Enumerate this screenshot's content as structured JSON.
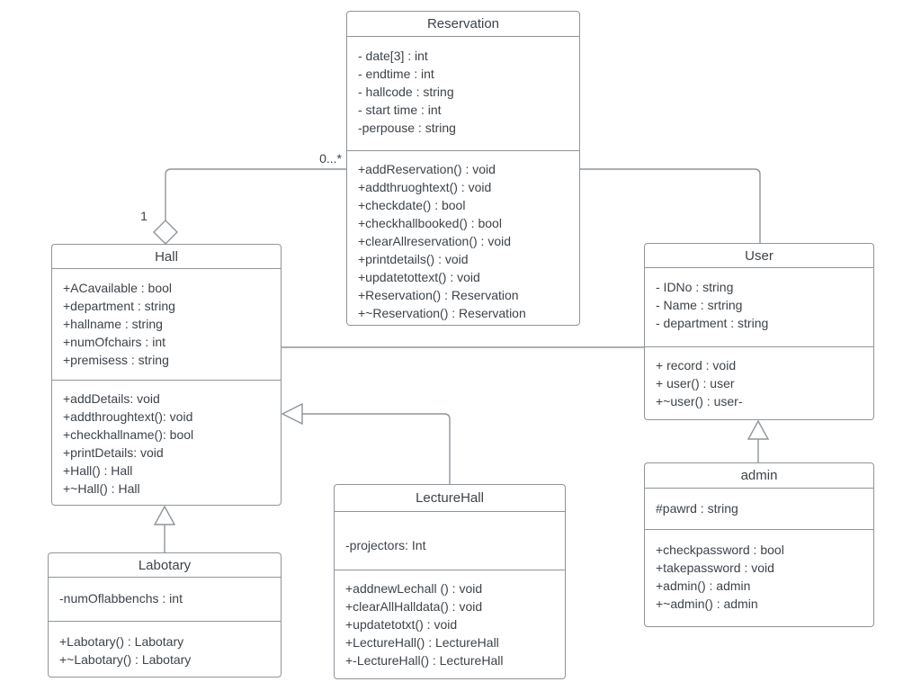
{
  "colors": {
    "background": "#ffffff",
    "box_fill": "#ffffff",
    "box_border": "#8e959b",
    "line": "#8e959b",
    "text": "#3d4349"
  },
  "classes": {
    "reservation": {
      "name": "Reservation",
      "attributes": [
        "- date[3] : int",
        "- endtime : int",
        "- hallcode : string",
        "- start time : int",
        "-perpouse : string"
      ],
      "methods": [
        "+addReservation() : void",
        "+addthruoghtext() : void",
        "+checkdate() : bool",
        "+checkhallbooked() : bool",
        "+clearAllreservation() : void",
        "+printdetails() : void",
        "+updatetottext() : void",
        "+Reservation() : Reservation",
        "+~Reservation() : Reservation"
      ]
    },
    "hall": {
      "name": "Hall",
      "attributes": [
        "+ACavailable : bool",
        "+department : string",
        "+hallname : string",
        "+numOfchairs : int",
        "+premisess : string"
      ],
      "methods": [
        "+addDetails: void",
        "+addthroughtext(): void",
        "+checkhallname(): bool",
        "+printDetails: void",
        "+Hall() : Hall",
        "+~Hall() : Hall"
      ]
    },
    "user": {
      "name": "User",
      "attributes": [
        "- IDNo : string",
        "- Name : srtring",
        "- department : string"
      ],
      "methods": [
        "+ record : void",
        "+ user() : user",
        "+~user() : user-"
      ]
    },
    "admin": {
      "name": "admin",
      "attributes": [
        "#pawrd : string"
      ],
      "methods": [
        "+checkpassword : bool",
        "+takepassword : void",
        "+admin() : admin",
        "+~admin() : admin"
      ]
    },
    "lecturehall": {
      "name": "LectureHall",
      "attributes": [
        "-projectors: Int"
      ],
      "methods": [
        "+addnewLechall () : void",
        "+clearAllHalldata() : void",
        "+updatetotxt() : void",
        "+LectureHall() : LectureHall",
        "+-LectureHall() : LectureHall"
      ]
    },
    "labotary": {
      "name": "Labotary",
      "attributes": [
        "-numOflabbenchs : int"
      ],
      "methods": [
        "+Labotary() : Labotary",
        "+~Labotary() : Labotary"
      ]
    }
  },
  "connectors": {
    "multiplicity_many": "0...*",
    "multiplicity_one": "1",
    "relations": [
      {
        "type": "aggregation",
        "from": "Reservation",
        "to": "Hall",
        "from_label": "0...*",
        "to_label": "1"
      },
      {
        "type": "association",
        "from": "Reservation",
        "to": "User"
      },
      {
        "type": "association",
        "from": "Hall",
        "to": "User"
      },
      {
        "type": "inheritance",
        "from": "LectureHall",
        "to": "Hall"
      },
      {
        "type": "inheritance",
        "from": "Labotary",
        "to": "Hall"
      },
      {
        "type": "inheritance",
        "from": "admin",
        "to": "User"
      }
    ]
  }
}
